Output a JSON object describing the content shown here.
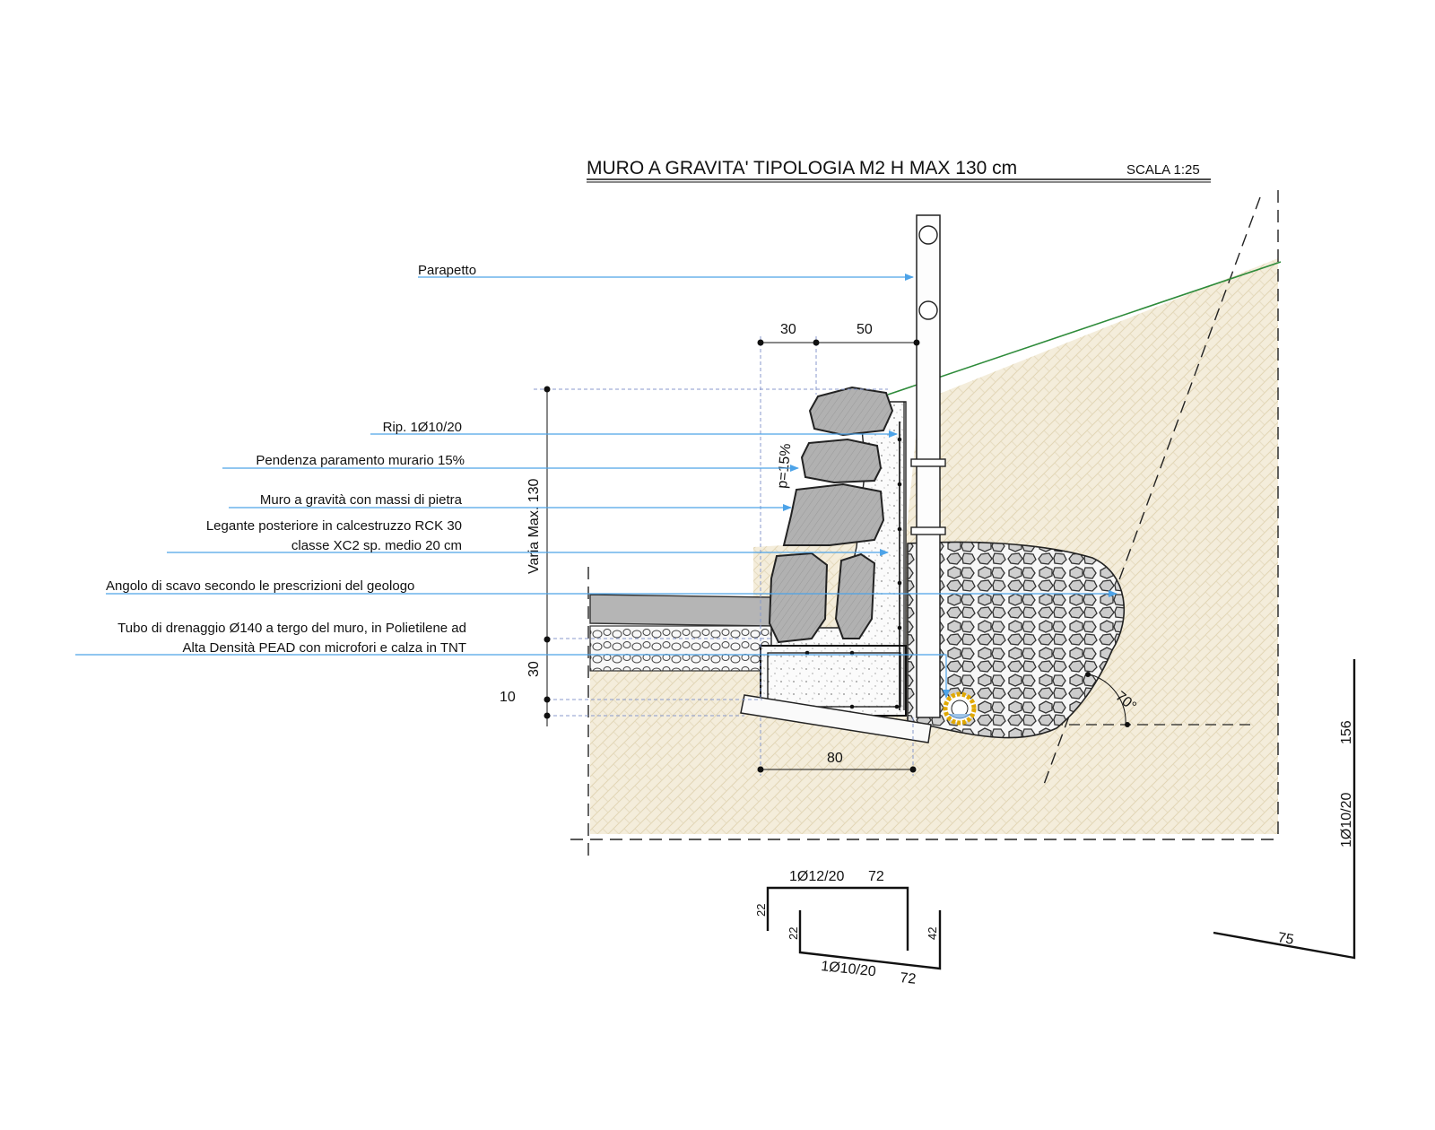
{
  "title": "MURO A GRAVITA'  TIPOLOGIA  M2 H MAX 130 cm",
  "scale": "SCALA 1:25",
  "callouts": {
    "parapetto": "Parapetto",
    "rip": "Rip. 1Ø10/20",
    "pendenza": "Pendenza paramento murario 15%",
    "muro": "Muro a gravità con massi di pietra",
    "legante_1": "Legante posteriore in calcestruzzo RCK 30",
    "legante_2": "classe XC2 sp. medio 20 cm",
    "angolo": "Angolo di scavo secondo le prescrizioni del geologo",
    "tubo_1": "Tubo di drenaggio Ø140 a tergo del muro, in Polietilene ad",
    "tubo_2": "Alta Densità PEAD con microfori e calza in TNT"
  },
  "dimensions": {
    "top_30": "30",
    "top_50": "50",
    "varia": "Varia Max. 130",
    "base_30": "30",
    "base_10": "10",
    "base_80": "80",
    "slope": "p=15%",
    "angle": "70°"
  },
  "rebar": {
    "upper_label": "1Ø12/20",
    "upper_len": "72",
    "upper_left": "22",
    "inner_left": "22",
    "right_leg": "42",
    "lower_label": "1Ø10/20",
    "lower_len": "72",
    "l_bar_height": "156",
    "l_bar_label": "1Ø10/20",
    "l_bar_base": "75"
  },
  "colors": {
    "leader": "#4da3e8",
    "ground_line": "#2e8b3a",
    "soil": "#f3ecd9",
    "stone": "#a9a9a9",
    "pipe": "#e0a800"
  }
}
